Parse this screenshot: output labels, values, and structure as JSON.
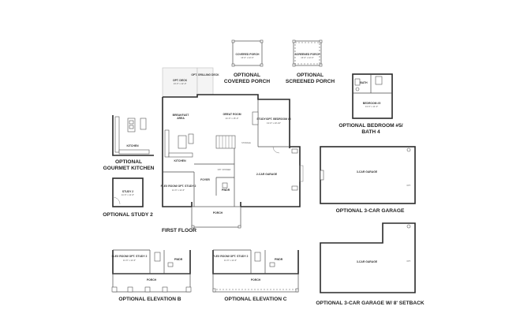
{
  "captions": {
    "first_floor": "FIRST FLOOR",
    "covered_porch_1": "OPTIONAL",
    "covered_porch_2": "COVERED PORCH",
    "screened_porch_1": "OPTIONAL",
    "screened_porch_2": "SCREENED PORCH",
    "bedroom5_1": "OPTIONAL BEDROOM #5/",
    "bedroom5_2": "BATH 4",
    "gourmet_1": "OPTIONAL",
    "gourmet_2": "GOURMET KITCHEN",
    "study2": "OPTIONAL STUDY 2",
    "garage3": "OPTIONAL 3-CAR GARAGE",
    "elev_b": "OPTIONAL ELEVATION B",
    "elev_c": "OPTIONAL ELEVATION C",
    "garage3_setback": "OPTIONAL 3-CAR GARAGE W/ 8' SETBACK"
  },
  "rooms": {
    "covered_porch": "COVERED PORCH",
    "covered_porch_dim": "13'-0\" x 12'-0\"",
    "screened_porch": "SCREENED PORCH",
    "screened_porch_dim": "13'-0\" x 12'-0\"",
    "opt_deck": "OPT. DECK",
    "opt_deck_dim": "13'-0\" x 12'-0\"",
    "opt_grilling_deck": "OPT. GRILLING DECK",
    "breakfast_area": "BREAKFAST AREA",
    "great_room": "GREAT ROOM",
    "great_room_dim": "21'-6\" x 15'-0\"",
    "study_bed5": "STUDY/OPT. BEDROOM #5",
    "study_bed5_dim": "13'-6\" x 10'-10\"",
    "kitchen": "KITCHEN",
    "flex_room": "FLEX ROOM/ OPT. STUDY 2",
    "flex_room_dim": "11'-6\" x 11'-6\"",
    "foyer": "FOYER",
    "powder": "PWDR",
    "garage2": "2-CAR GARAGE",
    "porch": "PORCH",
    "storage": "STORAGE",
    "opt_shower": "OPT. SHOWER",
    "bath": "BATH",
    "bedroom5": "BEDROOM #5",
    "bedroom5_dim": "13'-6\" x 11'-0\"",
    "gk_kitchen": "KITCHEN",
    "study2": "STUDY 2",
    "study2_dim": "11'-6\" x 11'-6\"",
    "garage3": "3-CAR GARAGE",
    "garage3b": "3-CAR GARAGE",
    "elev_b_flex": "FLEX ROOM/ OPT. STUDY 2",
    "elev_b_flex_dim": "11'-6\" x 11'-6\"",
    "elev_b_pwdr": "PWDR",
    "elev_b_porch": "PORCH",
    "elev_c_flex": "FLEX ROOM/ OPT. STUDY 2",
    "elev_c_flex_dim": "11'-6\" x 11'-6\"",
    "elev_c_pwdr": "PWDR",
    "elev_c_porch": "PORCH"
  }
}
